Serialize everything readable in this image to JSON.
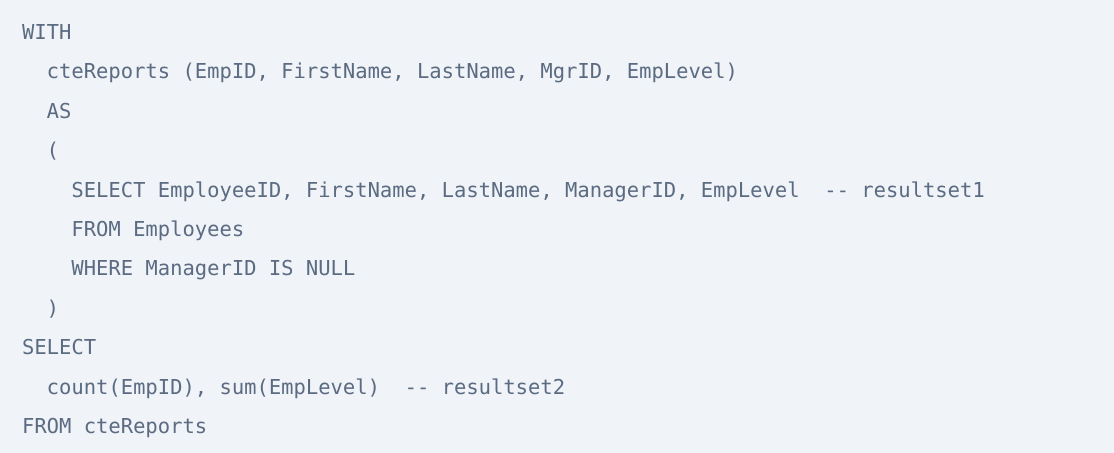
{
  "editor": {
    "background_color": "#f0f3f7",
    "text_color": "#5b6b82",
    "language": "sql",
    "syntax_highlighting": "none"
  },
  "code": {
    "lines": [
      {
        "n": 1,
        "text": "WITH"
      },
      {
        "n": 2,
        "text": "  cteReports (EmpID, FirstName, LastName, MgrID, EmpLevel)"
      },
      {
        "n": 3,
        "text": "  AS"
      },
      {
        "n": 4,
        "text": "  ("
      },
      {
        "n": 5,
        "text": "    SELECT EmployeeID, FirstName, LastName, ManagerID, EmpLevel  -- resultset1"
      },
      {
        "n": 6,
        "text": "    FROM Employees"
      },
      {
        "n": 7,
        "text": "    WHERE ManagerID IS NULL"
      },
      {
        "n": 8,
        "text": "  )"
      },
      {
        "n": 9,
        "text": "SELECT"
      },
      {
        "n": 10,
        "text": "  count(EmpID), sum(EmpLevel)  -- resultset2"
      },
      {
        "n": 11,
        "text": "FROM cteReports"
      }
    ]
  }
}
